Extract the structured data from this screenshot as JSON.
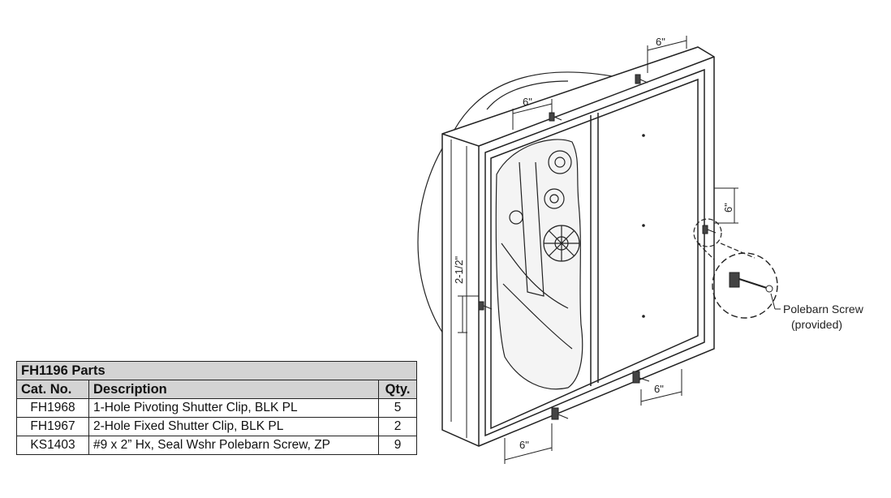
{
  "table": {
    "title": "FH1196 Parts",
    "headers": {
      "cat": "Cat. No.",
      "desc": "Description",
      "qty": "Qty."
    },
    "rows": [
      {
        "cat": "FH1968",
        "desc": "1-Hole Pivoting Shutter Clip, BLK PL",
        "qty": "5"
      },
      {
        "cat": "FH1967",
        "desc": "2-Hole Fixed Shutter Clip, BLK PL",
        "qty": "2"
      },
      {
        "cat": "KS1403",
        "desc": "#9 x 2” Hx, Seal Wshr Polebarn Screw, ZP",
        "qty": "9"
      }
    ]
  },
  "dimensions": {
    "top_right": "6\"",
    "top_left": "6\"",
    "right_side": "6\"",
    "left_side": "2-1/2\"",
    "bottom_right": "6\"",
    "bottom_left": "6\""
  },
  "callout": {
    "line1": "Polebarn Screw",
    "line2": "(provided)"
  }
}
